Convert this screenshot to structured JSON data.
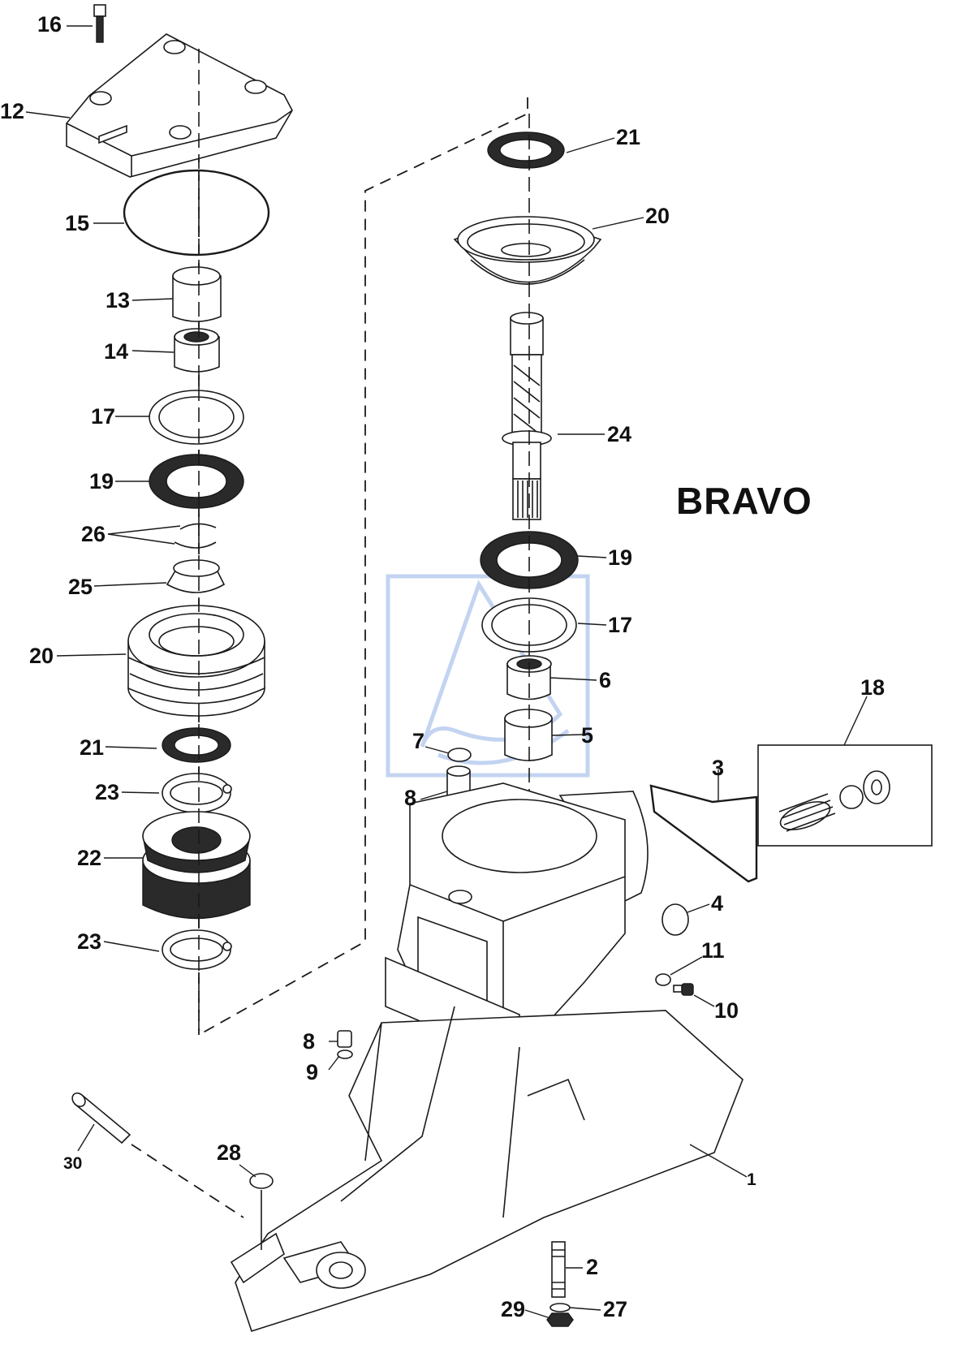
{
  "title": "BRAVO",
  "watermark": {
    "color": "#b9cdee"
  },
  "callouts": [
    {
      "id": "16",
      "text": "16"
    },
    {
      "id": "12",
      "text": "12"
    },
    {
      "id": "15",
      "text": "15"
    },
    {
      "id": "13",
      "text": "13"
    },
    {
      "id": "14",
      "text": "14"
    },
    {
      "id": "17a",
      "text": "17"
    },
    {
      "id": "19a",
      "text": "19"
    },
    {
      "id": "26",
      "text": "26"
    },
    {
      "id": "25",
      "text": "25"
    },
    {
      "id": "20a",
      "text": "20"
    },
    {
      "id": "21a",
      "text": "21"
    },
    {
      "id": "23a",
      "text": "23"
    },
    {
      "id": "22",
      "text": "22"
    },
    {
      "id": "23b",
      "text": "23"
    },
    {
      "id": "21b",
      "text": "21"
    },
    {
      "id": "20b",
      "text": "20"
    },
    {
      "id": "24",
      "text": "24"
    },
    {
      "id": "19b",
      "text": "19"
    },
    {
      "id": "17b",
      "text": "17"
    },
    {
      "id": "6",
      "text": "6"
    },
    {
      "id": "5",
      "text": "5"
    },
    {
      "id": "7",
      "text": "7"
    },
    {
      "id": "8a",
      "text": "8"
    },
    {
      "id": "18",
      "text": "18"
    },
    {
      "id": "3",
      "text": "3"
    },
    {
      "id": "4",
      "text": "4"
    },
    {
      "id": "11",
      "text": "11"
    },
    {
      "id": "10",
      "text": "10"
    },
    {
      "id": "8b",
      "text": "8"
    },
    {
      "id": "9",
      "text": "9"
    },
    {
      "id": "30",
      "text": "30"
    },
    {
      "id": "28",
      "text": "28"
    },
    {
      "id": "1",
      "text": "1"
    },
    {
      "id": "2",
      "text": "2"
    },
    {
      "id": "29",
      "text": "29"
    },
    {
      "id": "27",
      "text": "27"
    }
  ]
}
